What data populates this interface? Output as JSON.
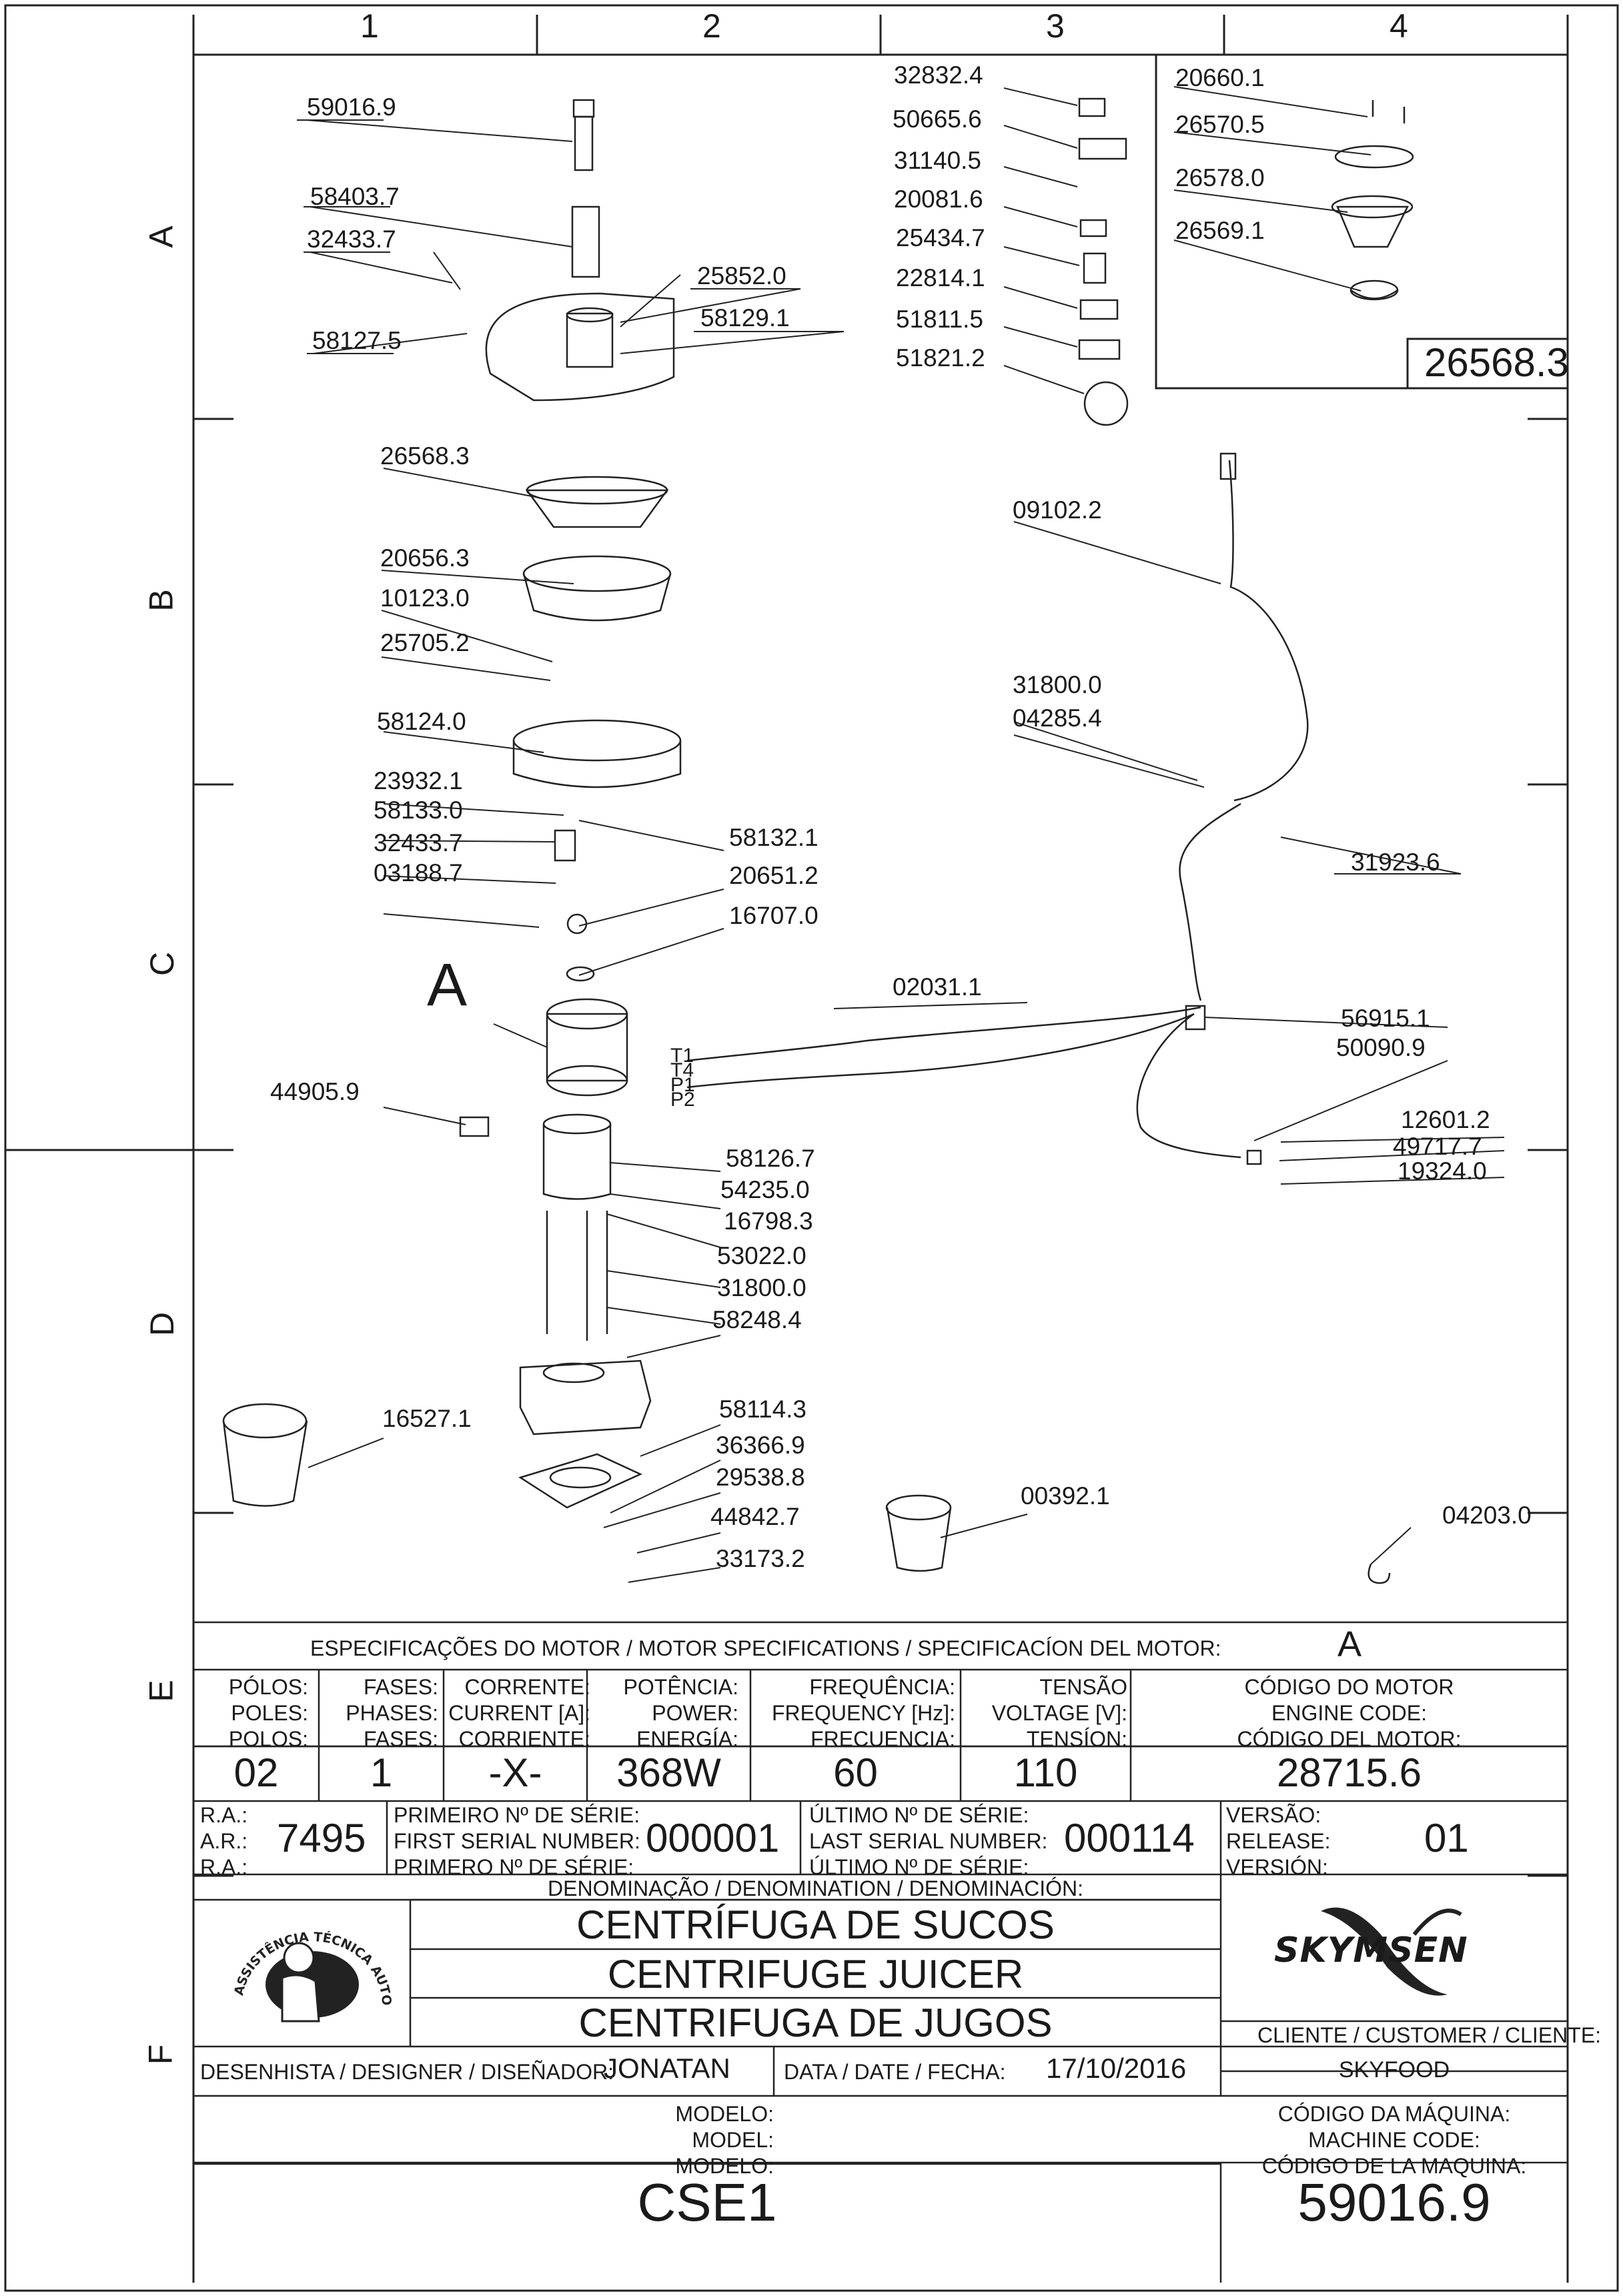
{
  "grid": {
    "columns": [
      "1",
      "2",
      "3",
      "4"
    ],
    "rows": [
      "A",
      "B",
      "C",
      "D",
      "E",
      "F"
    ]
  },
  "callouts": [
    "59016.9",
    "58403.7",
    "32433.7",
    "58127.5",
    "25852.0",
    "58129.1",
    "26568.3",
    "20656.3",
    "10123.0",
    "25705.2",
    "58124.0",
    "23932.1",
    "58133.0",
    "32433.7",
    "03188.7",
    "58132.1",
    "20651.2",
    "16707.0",
    "44905.9",
    "58126.7",
    "54235.0",
    "16798.3",
    "53022.0",
    "31800.0",
    "58248.4",
    "16527.1",
    "58114.3",
    "36366.9",
    "29538.8",
    "44842.7",
    "33173.2",
    "00392.1",
    "04203.0",
    "32832.4",
    "50665.6",
    "31140.5",
    "20081.6",
    "25434.7",
    "22814.1",
    "51811.5",
    "51821.2",
    "20660.1",
    "26570.5",
    "26578.0",
    "26569.1",
    "09102.2",
    "31800.0",
    "04285.4",
    "31923.6",
    "02031.1",
    "56915.1",
    "50090.9",
    "12601.2",
    "49717.7",
    "19324.0"
  ],
  "detail_box_label": "26568.3",
  "motor_detail_letter": "A",
  "motor_terminals": [
    "T1",
    "T4",
    "P1",
    "P2"
  ],
  "motor_spec": {
    "title": "ESPECIFICAÇÕES DO MOTOR / MOTOR SPECIFICATIONS / SPECIFICACÍON DEL MOTOR:",
    "detail": "A",
    "headers": [
      [
        "PÓLOS:",
        "POLES:",
        "POLOS:"
      ],
      [
        "FASES:",
        "PHASES:",
        "FASES:"
      ],
      [
        "CORRENTE:",
        "CURRENT [A]:",
        "CORRIENTE:"
      ],
      [
        "POTÊNCIA:",
        "POWER:",
        "ENERGÍA:"
      ],
      [
        "FREQUÊNCIA:",
        "FREQUENCY [Hz]:",
        "FRECUENCIA:"
      ],
      [
        "TENSÃO",
        "VOLTAGE [V]:",
        "TENSÍON:"
      ],
      [
        "CÓDIGO DO MOTOR",
        "ENGINE CODE:",
        "CÓDIGO DEL MOTOR:"
      ]
    ],
    "values": [
      "02",
      "1",
      "-X-",
      "368W",
      "60",
      "110",
      "28715.6"
    ]
  },
  "revision": {
    "ra_labels": [
      "R.A.:",
      "A.R.:",
      "R.A.:"
    ],
    "ra_value": "7495",
    "first_serial_labels": [
      "PRIMEIRO Nº DE SÉRIE:",
      "FIRST SERIAL NUMBER:",
      "PRIMERO Nº DE SÉRIE:"
    ],
    "first_serial": "000001",
    "last_serial_labels": [
      "ÚLTIMO Nº DE SÉRIE:",
      "LAST SERIAL NUMBER:",
      "ÚLTIMO Nº DE SÉRIE:"
    ],
    "last_serial": "000114",
    "version_labels": [
      "VERSÃO:",
      "RELEASE:",
      "VERSIÓN:"
    ],
    "version": "01"
  },
  "denomination": {
    "header": "DENOMINAÇÃO / DENOMINATION / DENOMINACIÓN:",
    "lines": [
      "CENTRÍFUGA DE SUCOS",
      "CENTRIFUGE JUICER",
      "CENTRIFUGA DE JUGOS"
    ]
  },
  "stamp_text": "ASSISTÊNCIA TÉCNICA AUTORIZADA",
  "brand": "SKYMSEN",
  "customer": {
    "label": "CLIENTE / CUSTOMER / CLIENTE:",
    "value": "SKYFOOD"
  },
  "designer": {
    "label": "DESENHISTA / DESIGNER / DISEÑADOR:",
    "value": "JONATAN"
  },
  "date": {
    "label": "DATA / DATE / FECHA:",
    "value": "17/10/2016"
  },
  "model": {
    "labels": [
      "MODELO:",
      "MODEL:",
      "MODELO:"
    ],
    "value": "CSE1"
  },
  "machine_code": {
    "labels": [
      "CÓDIGO DA MÁQUINA:",
      "MACHINE CODE:",
      "CÓDIGO DE LA MAQUINA:"
    ],
    "value": "59016.9"
  }
}
